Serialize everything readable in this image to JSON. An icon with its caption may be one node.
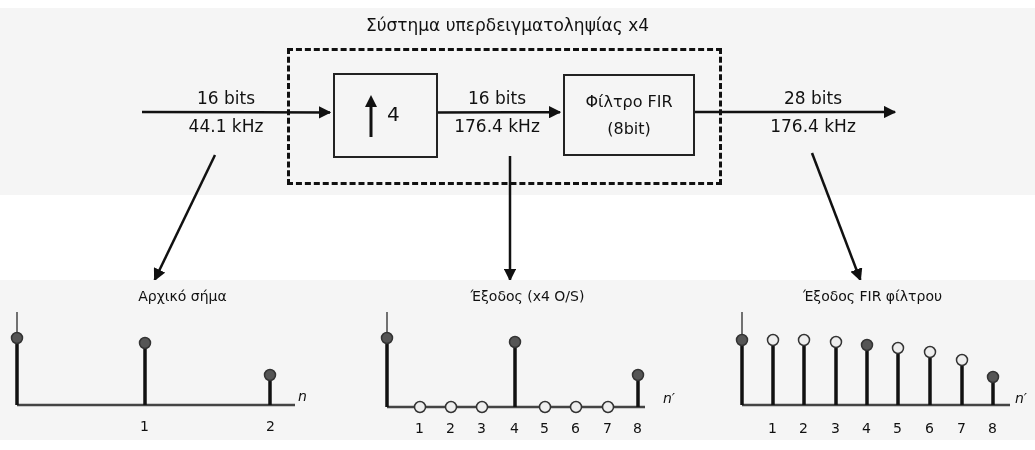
{
  "diagram": {
    "nodes": [
      {
        "text": [
          "Σύστημα υπερδειγματοληψίας x4"
        ]
      },
      {
        "text": [
          "4"
        ],
        "in": 0
      },
      {
        "text": [
          "Φίλτρο FIR (8bit)"
        ],
        "in": 0
      },
      {
        "text": [
          "Αρχικό σήμα"
        ]
      },
      {
        "text": [
          "Έξοδος (x4 O/S)"
        ]
      },
      {
        "text": [
          "Έξοδος FIR φίλτρου"
        ]
      }
    ],
    "edges": [
      {
        "from": null,
        "to": 1,
        "arrow": "to",
        "label": "16 bits 44.1 kHz"
      },
      {
        "from": 1,
        "to": 2,
        "arrow": "to",
        "label": "16 bits 176.4 kHz"
      },
      {
        "from": 2,
        "to": null,
        "arrow": "to",
        "label": "28 bits 176.4 kHz"
      },
      {
        "from": null,
        "to": 3,
        "arrow": "to"
      },
      {
        "from": null,
        "to": 4,
        "arrow": "to"
      },
      {
        "from": null,
        "to": 5,
        "arrow": "to"
      }
    ],
    "labels": [
      "n",
      "1",
      "2",
      "n′",
      "1",
      "2",
      "3",
      "4",
      "5",
      "6",
      "7",
      "8",
      "n′",
      "1",
      "2",
      "3",
      "4",
      "5",
      "6",
      "7",
      "8"
    ]
  }
}
